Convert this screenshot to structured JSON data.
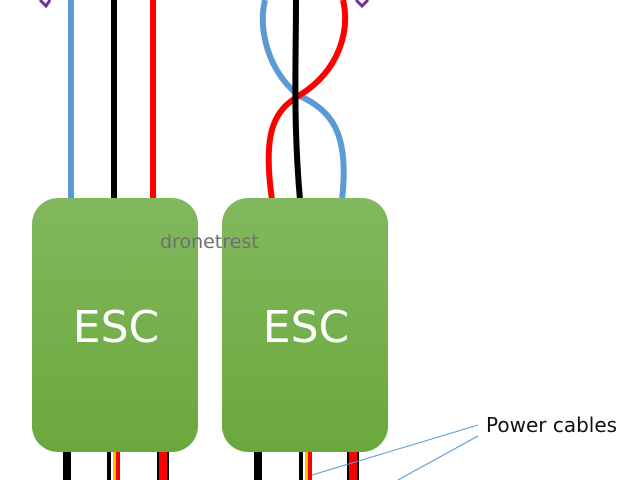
{
  "diagram": {
    "escs": [
      {
        "label": "ESC"
      },
      {
        "label": "ESC"
      }
    ],
    "watermark": "dronetrest",
    "callout": {
      "label": "Power cables"
    },
    "colors": {
      "esc_fill_top": "#82b85e",
      "esc_fill_bottom": "#6aa83c",
      "wire_blue": "#5b9bd5",
      "wire_black": "#000000",
      "wire_red": "#ff0000",
      "signal_yellow": "#ffc000",
      "signal_white": "#ffffff",
      "callout_line": "#5b9bd5",
      "arrow_purple": "#7030a0"
    }
  }
}
